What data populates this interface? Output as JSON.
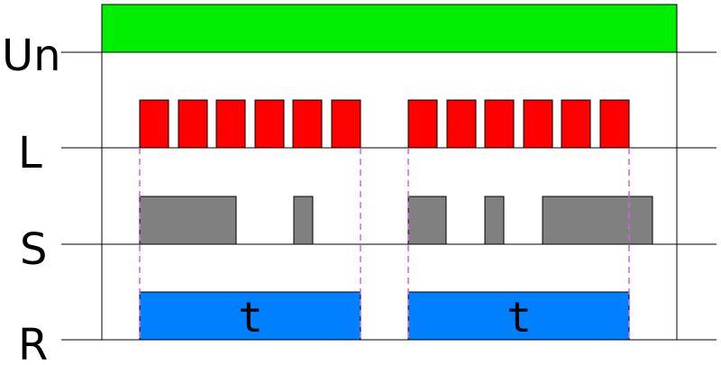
{
  "rows": {
    "un": {
      "label": "Un"
    },
    "l": {
      "label": "L"
    },
    "s": {
      "label": "S"
    },
    "r": {
      "label": "R"
    }
  },
  "intervals": [
    {
      "label": "t"
    },
    {
      "label": "t"
    }
  ],
  "colors": {
    "supply": "#00ee00",
    "pulse": "#ff0000",
    "signal": "#808080",
    "relay": "#0080ff",
    "guide": "#cc66dd",
    "line": "#000000"
  }
}
